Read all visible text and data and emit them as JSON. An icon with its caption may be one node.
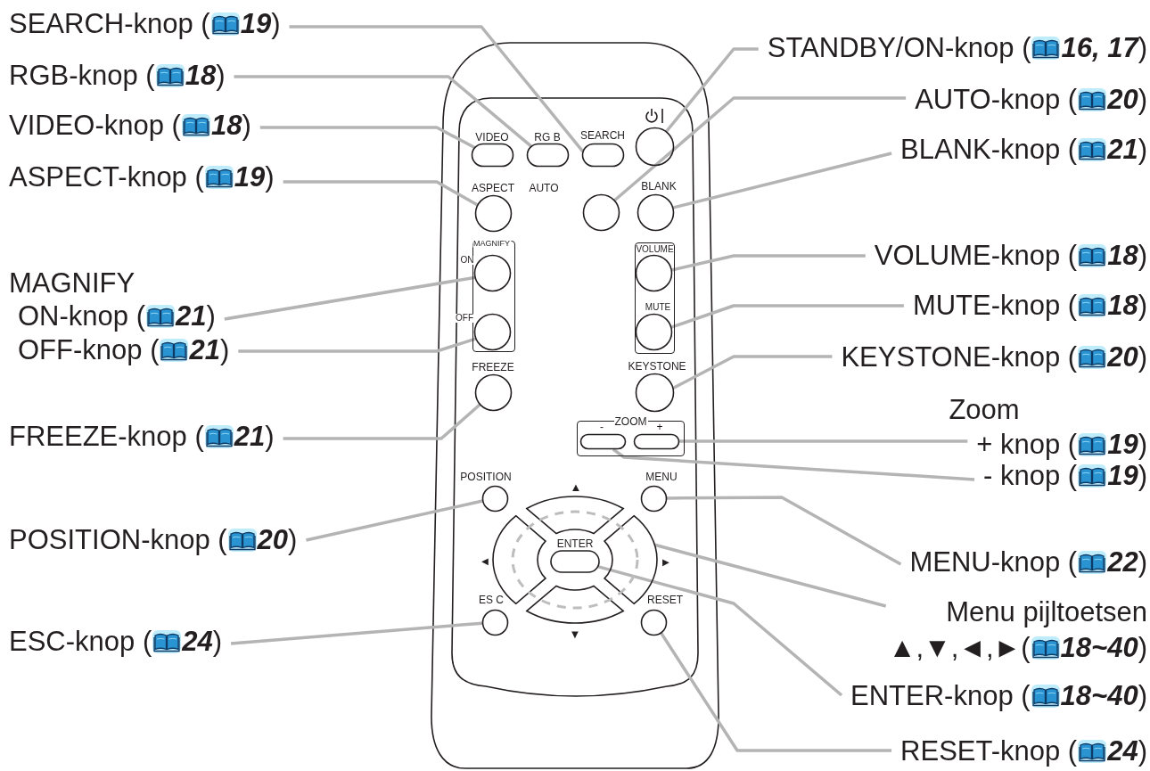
{
  "diagram": {
    "nodes": [
      {
        "text": [
          "SEARCH-knop (",
          "**19**)"
        ]
      },
      {
        "text": [
          "RGB-knop (",
          "**18**)"
        ]
      },
      {
        "text": [
          "VIDEO-knop (",
          "**18**)"
        ]
      },
      {
        "text": [
          "ASPECT-knop (",
          "**19**)"
        ]
      },
      {
        "text": [
          "ON-knop (",
          "**21**)"
        ]
      },
      {
        "text": [
          "OFF-knop (",
          "**21**)"
        ]
      },
      {
        "text": [
          "FREEZE-knop (",
          "**21**)"
        ]
      },
      {
        "text": [
          "POSITION-knop (",
          "**20**)"
        ]
      },
      {
        "text": [
          "ESC-knop (",
          "**24**)"
        ]
      },
      {
        "text": [
          "STANDBY/ON-knop (",
          "**16, 17**)"
        ]
      },
      {
        "text": [
          "AUTO-knop (",
          "**20**)"
        ]
      },
      {
        "text": [
          "BLANK-knop (",
          "**21**)"
        ]
      },
      {
        "text": [
          "VOLUME-knop (",
          "**18**)"
        ]
      },
      {
        "text": [
          "MUTE-knop (",
          "**18**)"
        ]
      },
      {
        "text": [
          "KEYSTONE-knop (",
          "**20**)"
        ]
      },
      {
        "text": [
          "+ knop (",
          "**19**)"
        ]
      },
      {
        "text": [
          "- knop (",
          "**19**)"
        ]
      },
      {
        "text": [
          "MENU-knop (",
          "**22**)"
        ]
      },
      {
        "text": [
          "Menu pijltoetsen",
          "▲,▼,◄,►(",
          "**18~40**)"
        ]
      },
      {
        "text": [
          "ENTER-knop (",
          "**18~40**)"
        ]
      },
      {
        "text": [
          "RESET-knop (",
          "**24**)"
        ]
      },
      {
        "text": [],
        "shape": "oval",
        "beside": [
          "VIDEO"
        ]
      },
      {
        "text": [],
        "shape": "oval",
        "beside": [
          "RG B"
        ]
      },
      {
        "text": [],
        "shape": "oval",
        "beside": [
          "SEARCH"
        ]
      },
      {
        "text": [],
        "shape": "circle"
      },
      {
        "text": [],
        "shape": "circle",
        "beside": [
          "ASPECT"
        ]
      },
      {
        "text": [],
        "shape": "circle",
        "beside": [
          "AUTO"
        ]
      },
      {
        "text": [],
        "shape": "circle",
        "beside": [
          "BLANK"
        ]
      },
      {
        "text": [
          "MAGNIFY"
        ]
      },
      {
        "text": [],
        "shape": "circle",
        "in": 28,
        "beside": [
          "ON"
        ]
      },
      {
        "text": [],
        "shape": "circle",
        "in": 28,
        "beside": [
          "OFF"
        ]
      },
      {
        "text": [],
        "shape": "box"
      },
      {
        "text": [],
        "shape": "circle",
        "in": 31,
        "beside": [
          "VOLUME"
        ]
      },
      {
        "text": [],
        "shape": "circle",
        "in": 31,
        "beside": [
          "MUTE"
        ]
      },
      {
        "text": [],
        "shape": "circle",
        "beside": [
          "FREEZE"
        ]
      },
      {
        "text": [],
        "shape": "circle",
        "beside": [
          "KEYSTONE"
        ]
      },
      {
        "text": [
          "ZOOM"
        ]
      },
      {
        "text": [],
        "shape": "oval",
        "in": 36,
        "beside": [
          "-"
        ]
      },
      {
        "text": [],
        "shape": "oval",
        "in": 36,
        "beside": [
          "+"
        ]
      },
      {
        "text": [],
        "shape": "circle",
        "beside": [
          "POSITION"
        ]
      },
      {
        "text": [],
        "shape": "circle",
        "beside": [
          "MENU"
        ]
      },
      {
        "text": [],
        "shape": "ring",
        "beside": [
          "▲",
          "◄",
          "►",
          "▼"
        ]
      },
      {
        "text": [],
        "shape": "oval",
        "in": 41,
        "beside": [
          "ENTER"
        ]
      },
      {
        "text": [],
        "shape": "circle",
        "beside": [
          "ES C"
        ]
      },
      {
        "text": [],
        "shape": "circle",
        "beside": [
          "RESET"
        ]
      }
    ],
    "edges": [
      {
        "from": 0,
        "to": 23,
        "arrow": "none"
      },
      {
        "from": 1,
        "to": 22,
        "arrow": "none"
      },
      {
        "from": 2,
        "to": 21,
        "arrow": "none"
      },
      {
        "from": 3,
        "to": 25,
        "arrow": "none"
      },
      {
        "from": 4,
        "to": 29,
        "arrow": "none"
      },
      {
        "from": 5,
        "to": 30,
        "arrow": "none"
      },
      {
        "from": 6,
        "to": 34,
        "arrow": "none"
      },
      {
        "from": 7,
        "to": 39,
        "arrow": "none"
      },
      {
        "from": 8,
        "to": 43,
        "arrow": "none"
      },
      {
        "from": 9,
        "to": 24,
        "arrow": "none"
      },
      {
        "from": 10,
        "to": 26,
        "arrow": "none"
      },
      {
        "from": 11,
        "to": 27,
        "arrow": "none"
      },
      {
        "from": 12,
        "to": 32,
        "arrow": "none"
      },
      {
        "from": 13,
        "to": 33,
        "arrow": "none"
      },
      {
        "from": 14,
        "to": 35,
        "arrow": "none"
      },
      {
        "from": 15,
        "to": 38,
        "arrow": "none"
      },
      {
        "from": 16,
        "to": 37,
        "arrow": "none"
      },
      {
        "from": 17,
        "to": 40,
        "arrow": "none"
      },
      {
        "from": 18,
        "to": 41,
        "arrow": "none"
      },
      {
        "from": 19,
        "to": 42,
        "arrow": "none"
      },
      {
        "from": 20,
        "to": 44,
        "arrow": "none"
      }
    ],
    "labels": [
      "MAGNIFY",
      "Zoom"
    ]
  }
}
